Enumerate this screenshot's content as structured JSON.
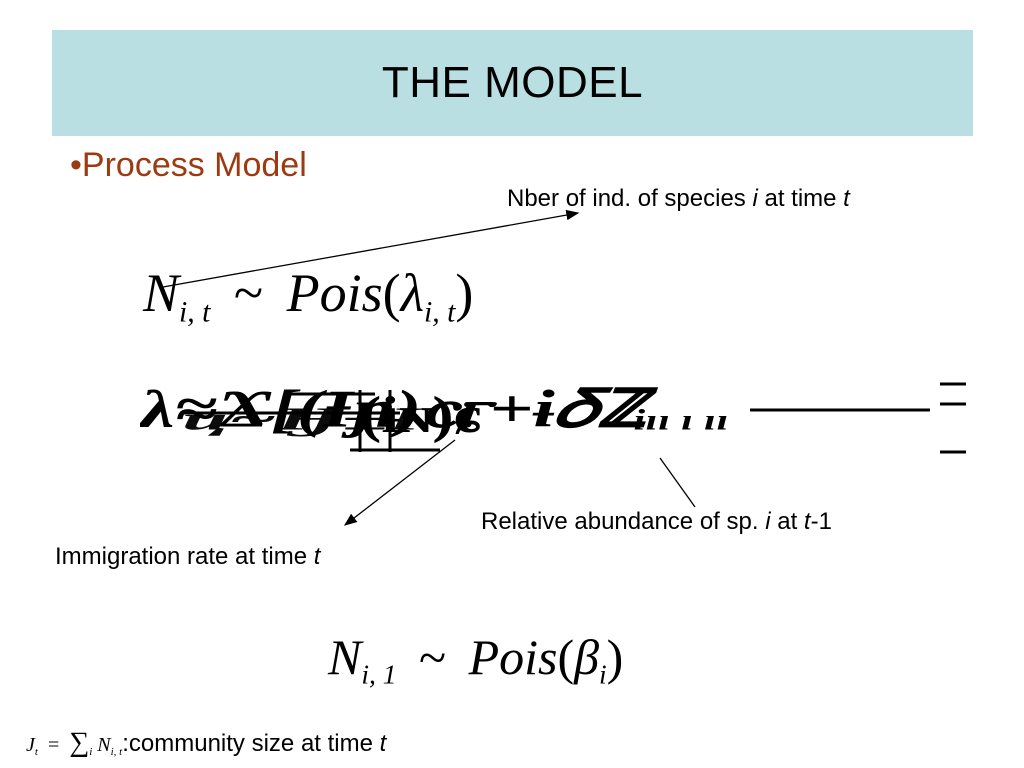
{
  "slide": {
    "title": "THE MODEL",
    "bullet": "•Process Model"
  },
  "labels": {
    "nber_prefix": "Nber of ind. of species ",
    "nber_i": "i",
    "nber_mid": " at time ",
    "nber_t": "t",
    "relab_prefix": "Relative abundance of sp. ",
    "relab_i": "i",
    "relab_mid": " at   ",
    "relab_t": "t",
    "relab_suffix": "-1",
    "immig_prefix": "Immigration rate at time ",
    "immig_t": "t",
    "community_suffix": ":community size at time ",
    "community_t": "t"
  },
  "equations": {
    "eq1": {
      "lhs": "N",
      "lhs_sub": "i, t",
      "tilde": "~",
      "fn": "Pois",
      "open": "(",
      "arg": "λ",
      "arg_sub": "i, t",
      "close": ")"
    },
    "eq3": {
      "lhs": "N",
      "lhs_sub": "i, 1",
      "tilde": "~",
      "fn": "Pois",
      "open": "(",
      "arg": "β",
      "arg_sub": "i",
      "close": ")"
    },
    "eq4": {
      "lhs": "J",
      "lhs_sub": "t",
      "eq": "=",
      "sum": "∑",
      "sum_sub": "i",
      "term": "N",
      "term_sub": "i, t"
    }
  }
}
